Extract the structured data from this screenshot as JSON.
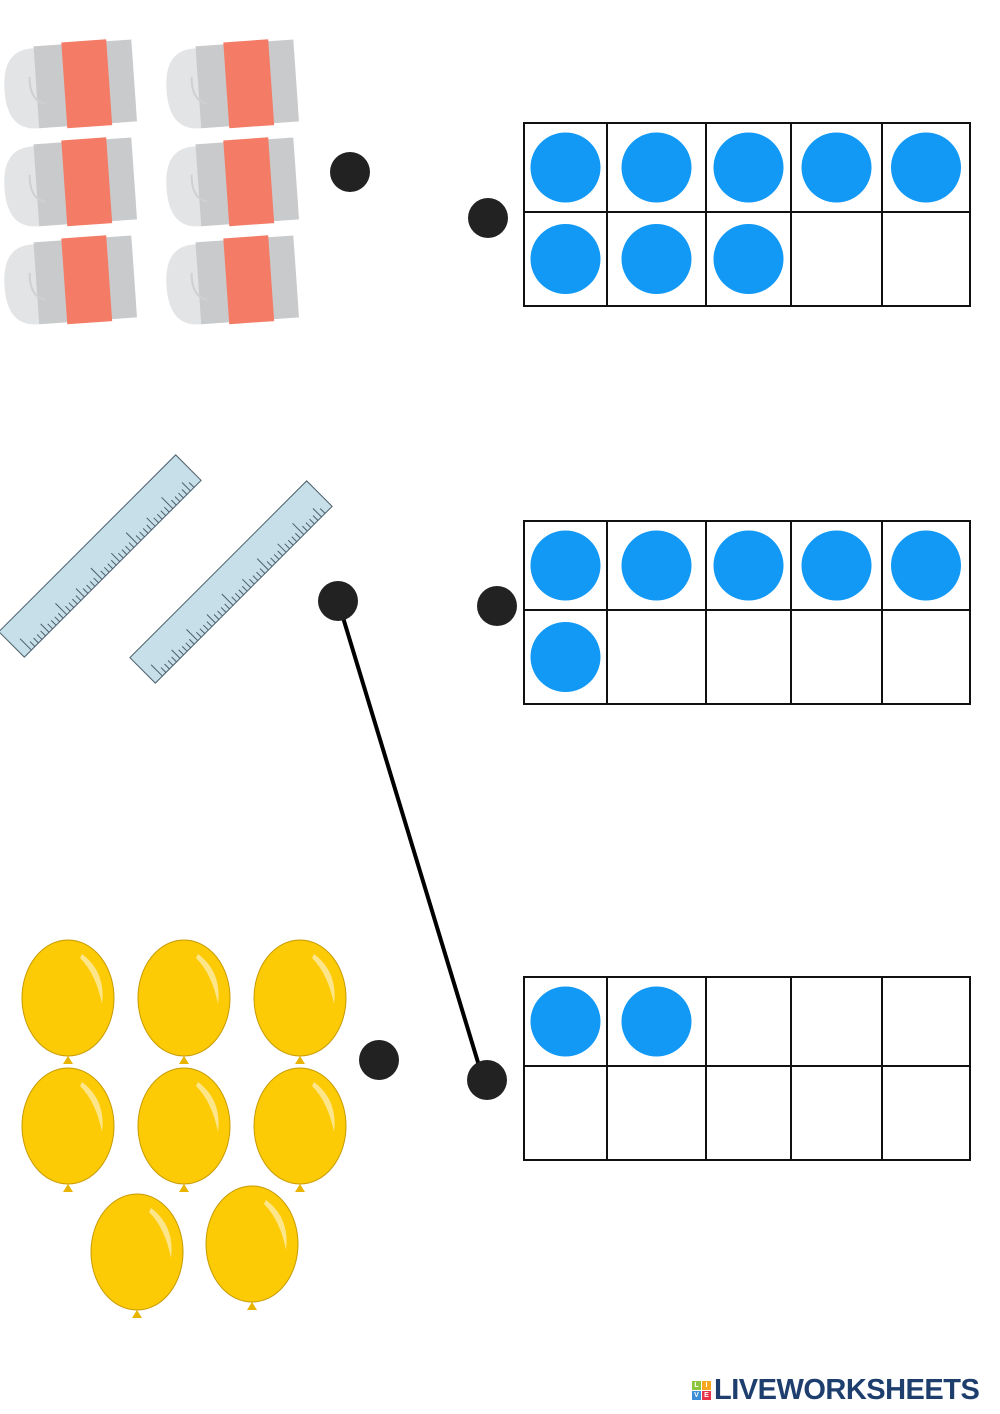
{
  "worksheet": {
    "task": "match-pictures-to-ten-frames",
    "pictures": [
      {
        "name": "erasers",
        "count": 6
      },
      {
        "name": "rulers",
        "count": 2
      },
      {
        "name": "balloons",
        "count": 8
      }
    ],
    "ten_frames": [
      {
        "filled": 8,
        "total": 10
      },
      {
        "filled": 6,
        "total": 10
      },
      {
        "filled": 2,
        "total": 10
      }
    ],
    "matches": [
      {
        "picture": 1,
        "frame": 2
      }
    ],
    "colors": {
      "counter": "#1199f5",
      "dot": "#222222",
      "eraser_band": "#f47c66",
      "ruler": "#c6dfe8",
      "balloon": "#fccb05"
    }
  },
  "logo": {
    "text": "LIVEWORKSHEETS",
    "mark_letters": [
      "L",
      "I",
      "V",
      "E"
    ]
  }
}
